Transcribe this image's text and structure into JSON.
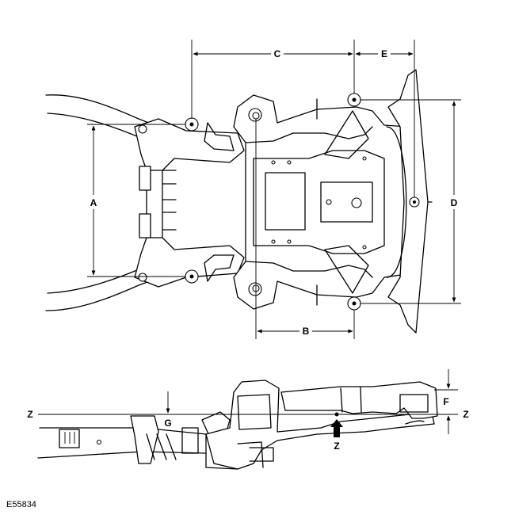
{
  "figure_id": "E55834",
  "dimension_labels": {
    "a": "A",
    "b": "B",
    "c": "C",
    "d": "D",
    "e": "E",
    "f": "F",
    "g": "G"
  },
  "datum": {
    "left_label": "Z",
    "right_label": "Z",
    "arrow_label": "Z"
  }
}
